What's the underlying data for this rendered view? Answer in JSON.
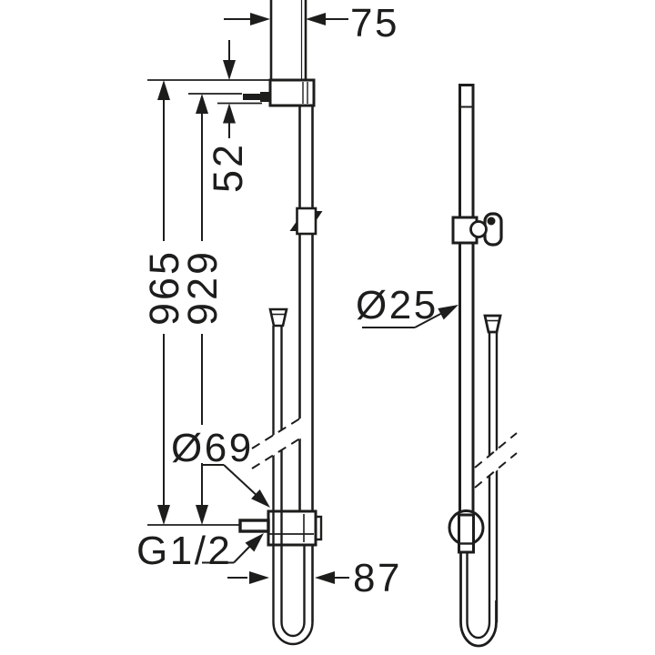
{
  "page": {
    "background": "#ffffff",
    "line_color": "#1d1d1b"
  },
  "labels": {
    "top_width": "75",
    "bracket_offset": "52",
    "overall_length": "965",
    "inlet_spacing": "929",
    "rail_diameter": "Ø25",
    "head_diameter": "Ø69",
    "thread_size": "G1/2",
    "bottom_width": "87"
  }
}
